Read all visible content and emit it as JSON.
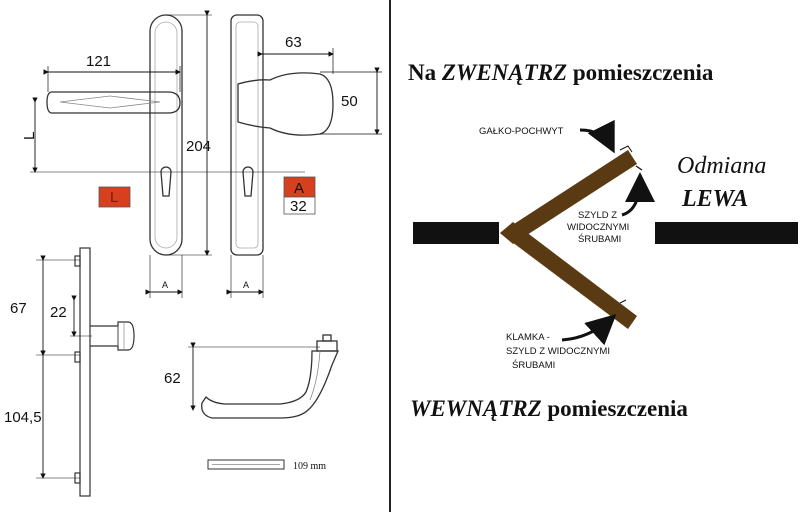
{
  "left_drawing": {
    "dim_121": "121",
    "dim_63": "63",
    "dim_50": "50",
    "dim_204": "204",
    "dim_L": "L",
    "badge_L": "L",
    "badge_A": "A",
    "badge_32": "32",
    "dim_A_left": "A",
    "dim_A_right": "A",
    "dim_67": "67",
    "dim_22": "22",
    "dim_104_5": "104,5",
    "dim_62": "62",
    "scale_label": "109 mm"
  },
  "right_diagram": {
    "title_outside_prefix": "Na ",
    "title_outside_em": "ZWENĄTRZ",
    "title_outside_suffix": " pomieszczenia",
    "variant_line1": "Odmiana",
    "variant_line2": "LEWA",
    "label_knob": "GAŁKO-POCHWYT",
    "label_plate_1": "SZYLD Z",
    "label_plate_2": "WIDOCZNYMI",
    "label_plate_3": "ŚRUBAMI",
    "label_handle_1": "KLAMKA -",
    "label_handle_2": "SZYLD Z WIDOCZNYMI",
    "label_handle_3": "ŚRUBAMI",
    "title_inside_em": "WEWNĄTRZ",
    "title_inside_suffix": " pomieszczenia"
  },
  "colors": {
    "badge_red": "#d7401e",
    "door_brown": "#5a3a12",
    "wall_black": "#111111"
  }
}
